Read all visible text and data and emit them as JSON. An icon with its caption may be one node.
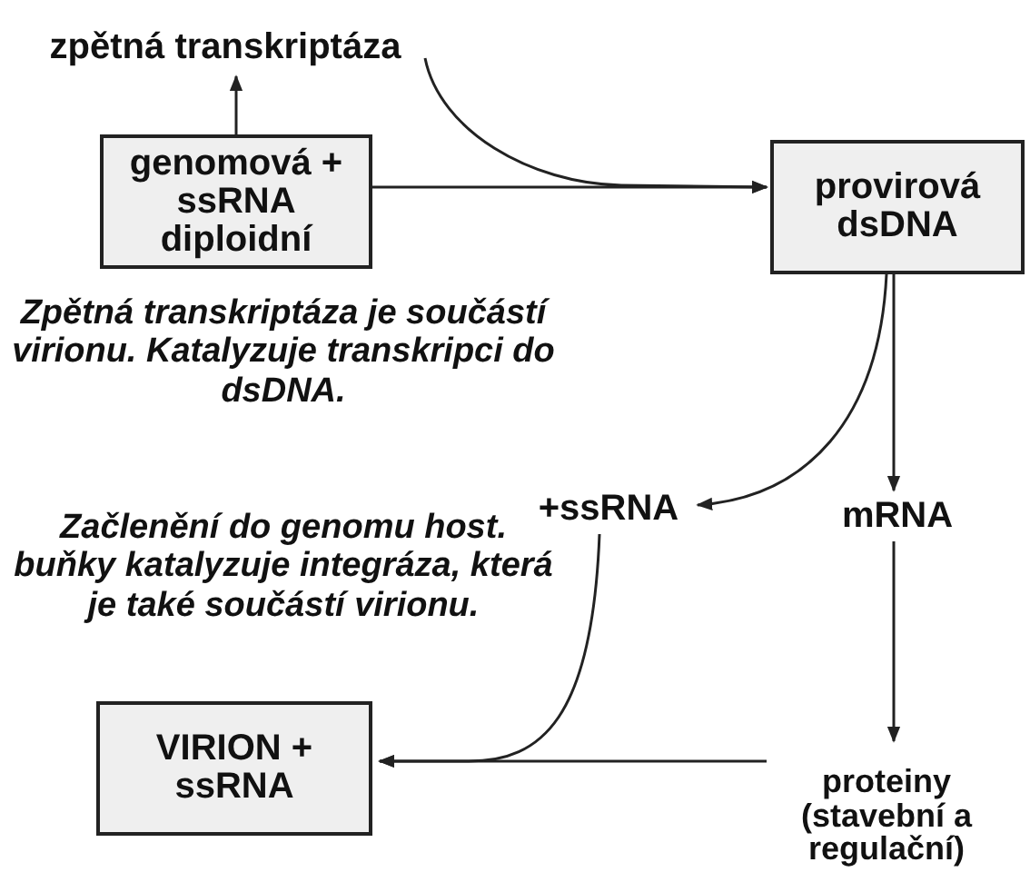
{
  "diagram": {
    "nodes": [
      {
        "text": [
          "genomová + ssRNA diploidní"
        ]
      },
      {
        "text": [
          "zpětná transkriptáza"
        ]
      },
      {
        "text": [
          "provirová dsDNA"
        ]
      },
      {
        "text": [
          "+ssRNA"
        ]
      },
      {
        "text": [
          "mRNA"
        ]
      },
      {
        "text": [
          "VIRION + ssRNA"
        ]
      },
      {
        "text": [
          "proteiny (stavební a regulační)"
        ]
      }
    ],
    "edges": [
      {
        "from": 0,
        "to": 1,
        "arrow": "to"
      },
      {
        "from": 0,
        "to": 2,
        "arrow": "to"
      },
      {
        "from": 1,
        "to": 2,
        "arrow": "to"
      },
      {
        "from": 2,
        "to": 4,
        "arrow": "to"
      },
      {
        "from": 2,
        "to": 3,
        "arrow": "to"
      },
      {
        "from": 4,
        "to": 6,
        "arrow": "to"
      },
      {
        "from": 6,
        "to": 5,
        "arrow": "to"
      },
      {
        "from": 3,
        "to": 5,
        "arrow": "to"
      }
    ],
    "labels": [
      "Zpětná transkriptáza je součástí virionu. Katalyzuje transkripci do dsDNA.",
      "Začlenění do genomu host. buňky katalyzuje integráza, která je také součástí virionu."
    ]
  }
}
